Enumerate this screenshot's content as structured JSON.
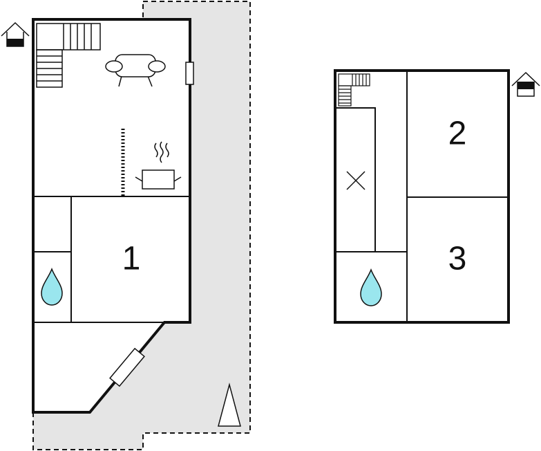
{
  "floorplan": {
    "ground_floor": {
      "room_number": "1",
      "icons": [
        "house-level-icon",
        "stairs-icon",
        "sofa-icon",
        "window-icon",
        "kitchen-pot-icon",
        "water-drop-icon",
        "door-icon",
        "north-arrow-icon"
      ]
    },
    "upper_floor": {
      "rooms": [
        "2",
        "3"
      ],
      "icons": [
        "house-level-icon",
        "stairs-icon",
        "void-cross-icon",
        "water-drop-icon"
      ]
    },
    "colors": {
      "wall": "#111111",
      "terrace": "#e5e5e5",
      "water": "#9ae6ee",
      "background": "#ffffff"
    }
  }
}
